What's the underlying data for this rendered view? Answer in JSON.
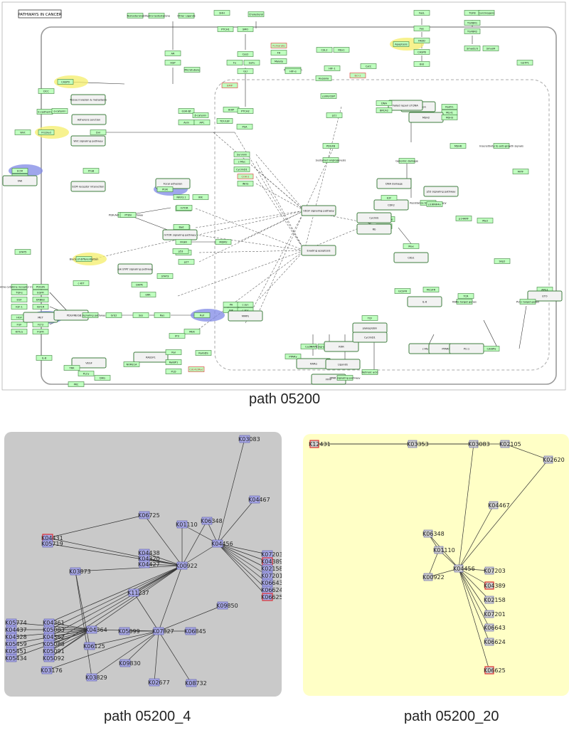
{
  "colors": {
    "gene_fill": "#bfffbf",
    "gene_stroke": "#3f7f3f",
    "left_bg": "#c9c9c9",
    "right_bg": "#ffffc6",
    "sub_node_fill": "#a9a9e6",
    "sub_node_fill_right": "#cfcfcf",
    "highlight_red": "#e03030",
    "highlight_yellow": "#f4ee6a",
    "highlight_blue": "#7f88e6"
  },
  "kegg": {
    "title": "PATHWAYS IN CANCER",
    "caption": "path 05200",
    "genes": [
      "Testosterone",
      "Dihydro-testosterone",
      "Other Ligands",
      "SHH",
      "Cholesterol",
      "PTCH1",
      "SMO",
      "FasL",
      "Fas",
      "FADD",
      "CASP8",
      "Bid",
      "TGFB",
      "TGFBR1",
      "TGFBR2",
      "Smad2/3",
      "Smad4",
      "Carcinogens",
      "GSTP1",
      "AR",
      "HSP",
      "DCC",
      "CASP9",
      "Microtubule",
      "Cos2",
      "Fu",
      "SuFu",
      "GLI",
      "Fumarate",
      "FH",
      "Malate",
      "Mitochondrion",
      "HIF-α",
      "HIF-1",
      "Hypoxia",
      "CSL2",
      "Rbx1",
      "Apoptosis",
      "CytC",
      "Bcl-2",
      "p300/CBP",
      "Tissue invasion & metastasis",
      "E-cadherin",
      "α-catenin",
      "Adherens junction",
      "BMP",
      "Wnt",
      "Frizzled",
      "Dvl",
      "GSK-3β",
      "β-catenin",
      "Axin",
      "APC",
      "TCF/LEF",
      "Wnt signaling pathway",
      "HHIP",
      "PTCH2",
      "PSA",
      "Survivin",
      "c-Myc",
      "CyclinD1",
      "COX-2",
      "iNOS",
      "ECM",
      "ITGA",
      "ITGB",
      "FAK",
      "ECM-receptor interaction",
      "Focal adhesion",
      "PI3K-Akt signaling pathway",
      "PTEN",
      "PI3K",
      "NKX3.1",
      "IKK",
      "IκBα",
      "NFκB",
      "mTOR",
      "mTOR signaling pathway",
      "Bad",
      "Bcl-XL",
      "FKHR",
      "MDM2",
      "p53",
      "p27",
      "p21",
      "PDGFB",
      "Sustained angiogenesis",
      "VEGF signaling pathway",
      "Evading apoptosis",
      "Proliferation",
      "Failed repair of DNA",
      "DNA",
      "BRCA2",
      "Rad51",
      "MLH1",
      "MSH2",
      "MSH3",
      "MSH6",
      "Insensitivity to anti-growth signals",
      "Genomic damage",
      "DNA damage",
      "p53 signaling pathway",
      "MITF",
      "Resistance to chemotherapy",
      "Cell cycle",
      "CDK4/6",
      "CDK2",
      "CyclinE",
      "Rb",
      "E2F",
      "p16INK4a",
      "p14ARF",
      "Mad",
      "Max",
      "CKS1",
      "Skp2",
      "Block of differentiation",
      "Jak-STAT signaling pathway",
      "STAT3",
      "STAT5",
      "Cytokine-cytokine receptor interaction",
      "TGFα",
      "EGF",
      "IGF-1",
      "HGF",
      "FGF",
      "KITLG",
      "PDGFA",
      "EGFR",
      "ERBB2",
      "IGF1R",
      "MET",
      "FLT3",
      "FGFR",
      "c-KIT",
      "PDGFR",
      "ErbB signaling pathway",
      "Grb2",
      "Sos",
      "Ras",
      "Raf",
      "MEK",
      "ERK",
      "DAPK",
      "RASSF1",
      "NORE1A",
      "Ral",
      "RalGDS",
      "RalBP1",
      "Cdc42/Rac",
      "PLD",
      "PA",
      "JNK",
      "c-Jun",
      "c-Fos",
      "MMPs",
      "IL-8",
      "VEGF",
      "TRK",
      "PKC",
      "PLCγ",
      "DAG",
      "IP3",
      "Ca2+",
      "MAPK signaling pathway",
      "RXR",
      "PPARγ",
      "RARα",
      "FFFP",
      "PPAR signaling pathway",
      "Ligands",
      "Retinoic acid",
      "TCF",
      "plakoglobin",
      "CyclinD1",
      "c-Myc",
      "PPARδ",
      "PU.1",
      "C/EBPα",
      "AML1",
      "ETO",
      "MCSFR",
      "TCR",
      "GCSFR",
      "IL-6",
      "RARα target genes",
      "PU.1 target genes",
      "C/EBPα target genes",
      "AML1 target genes"
    ]
  },
  "sub4": {
    "caption": "path 05200_4",
    "nodes": [
      {
        "id": "K03083"
      },
      {
        "id": "K04467"
      },
      {
        "id": "K06348"
      },
      {
        "id": "K01110"
      },
      {
        "id": "K04456"
      },
      {
        "id": "K04438"
      },
      {
        "id": "K04320"
      },
      {
        "id": "K04427"
      },
      {
        "id": "K00922"
      },
      {
        "id": "K03873"
      },
      {
        "id": "K04431"
      },
      {
        "id": "K05719"
      },
      {
        "id": "K06725"
      },
      {
        "id": "K07203"
      },
      {
        "id": "K04389"
      },
      {
        "id": "K02158"
      },
      {
        "id": "K07201"
      },
      {
        "id": "K06643"
      },
      {
        "id": "K06624"
      },
      {
        "id": "K06625"
      },
      {
        "id": "K11237"
      },
      {
        "id": "K09850"
      },
      {
        "id": "K05774"
      },
      {
        "id": "K04437"
      },
      {
        "id": "K04328"
      },
      {
        "id": "K05459"
      },
      {
        "id": "K05451"
      },
      {
        "id": "K05434"
      },
      {
        "id": "K04361"
      },
      {
        "id": "K05083"
      },
      {
        "id": "K04362"
      },
      {
        "id": "K05088"
      },
      {
        "id": "K05091"
      },
      {
        "id": "K05092"
      },
      {
        "id": "K04364"
      },
      {
        "id": "K05099"
      },
      {
        "id": "K07827"
      },
      {
        "id": "K06845"
      },
      {
        "id": "K06125"
      },
      {
        "id": "K09830"
      },
      {
        "id": "K03176"
      },
      {
        "id": "K03829"
      },
      {
        "id": "K02677"
      },
      {
        "id": "K08732"
      }
    ]
  },
  "sub20": {
    "caption": "path 05200_20",
    "nodes": [
      {
        "id": "K12431"
      },
      {
        "id": "K03353"
      },
      {
        "id": "K03083"
      },
      {
        "id": "K02105"
      },
      {
        "id": "K02620"
      },
      {
        "id": "K04467"
      },
      {
        "id": "K06348"
      },
      {
        "id": "K01110"
      },
      {
        "id": "K00922"
      },
      {
        "id": "K04456"
      },
      {
        "id": "K07203"
      },
      {
        "id": "K04389"
      },
      {
        "id": "K02158"
      },
      {
        "id": "K07201"
      },
      {
        "id": "K06643"
      },
      {
        "id": "K06624"
      },
      {
        "id": "K06625"
      }
    ]
  }
}
